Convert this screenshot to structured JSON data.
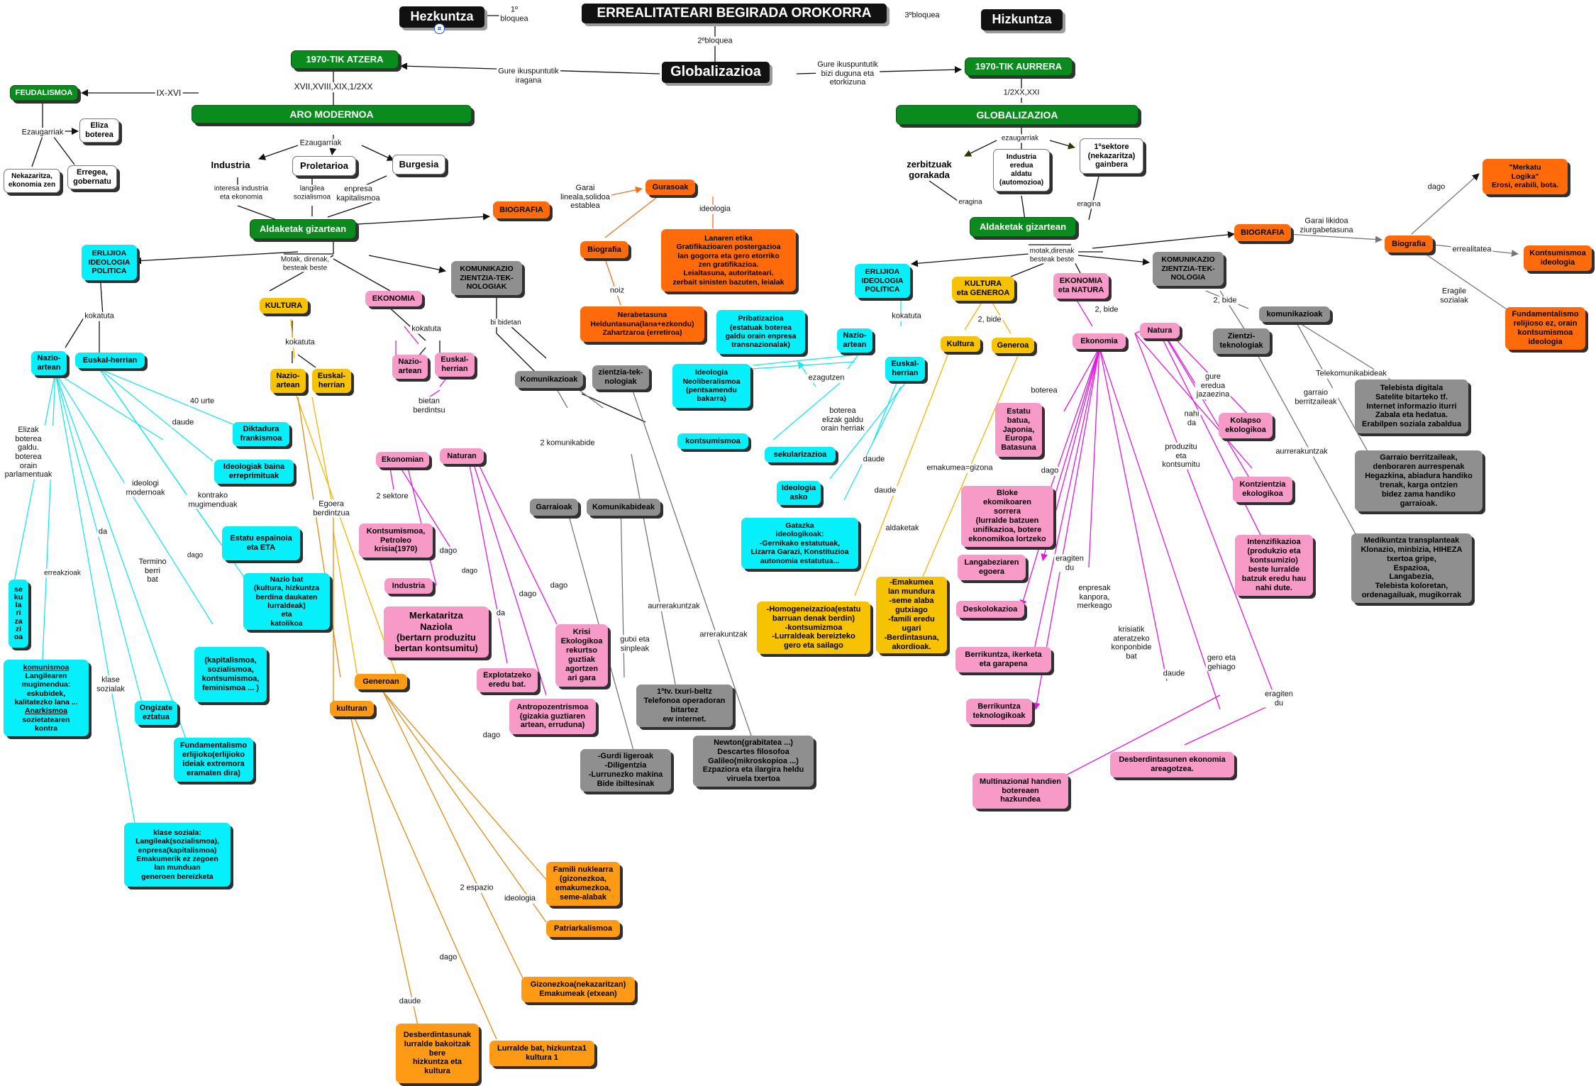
{
  "title": "ERREALITATEARI BEGIRADA OROKORRA",
  "colors": {
    "black": "#111111",
    "green": "#0b8a1e",
    "cyan": "#05f0fa",
    "pink": "#f79ac8",
    "yellow": "#f7c200",
    "orange": "#ff6b0a",
    "light_orange": "#ff9a14",
    "gray": "#8f8f8f"
  },
  "nodes": {
    "hezkuntza": "Hezkuntza",
    "title": "ERREALITATEARI BEGIRADA OROKORRA",
    "hizkuntza": "Hizkuntza",
    "globalizazioa": "Globalizazioa",
    "t1970_atzera": "1970-TIK ATZERA",
    "t1970_aurrera": "1970-TIK AURRERA",
    "feudalismoa": "FEUDALISMOA",
    "eliza": "Eliza\nboterea",
    "nekazaritza": "Nekazaritza,\nekonomia zen",
    "errege": "Erregea,\ngobernatu",
    "aro_modernoa": "ARO MODERNOA",
    "industria": "Industria",
    "proletarioa": "Proletarioa",
    "burgesia": "Burgesia",
    "aldaketak_l": "Aldaketak gizartean",
    "globalizazioa_big": "GLOBALIZAZIOA",
    "zerbitzuak": "zerbitzuak\ngorakada",
    "industria_eredua": "Industria\neredua\naldatu\n(automozioa)",
    "sektore1": "1ºsektore\n(nekazaritza)\ngainbera",
    "aldaketak_r": "Aldaketak gizartean",
    "biografia_l": "BIOGRAFIA",
    "gurasoak": "Gurasoak",
    "biografia_l2": "Biografia",
    "lanaren_etika": "Lanaren etika\nGratifikazioaren postergazioa\nlan gogorra eta gero etorriko\nzen gratifikazioa.\nLeialtasuna, autoritateari.\nzerbait sinisten bazuten, leialak",
    "nerabetasuna": "Nerabetasuna\nHelduntasuna(lana+ezkondu)\nZahartzaroa (erretiroa)",
    "biografia_r": "BIOGRAFIA",
    "biografia_r2": "Biografia",
    "merkatu_logika": "\"Merkatu\nLogika\"\nErosi, erabili, bota.",
    "kontsumismoa_ideologia": "Kontsumismoa\nideologia",
    "fundamentalismo_r": "Fundamentalismo\nrelijioso ez, orain\nkontsumismoa\nideologia",
    "erlijioa_l": "ERLIJIOA\nIDEOLOGIA\nPOLITICA",
    "nazio_artean_l": "Nazio-\nartean",
    "euskal_herrian_l": "Euskal-herrian",
    "diktadura": "Diktadura\nfrankismoa",
    "ideologiak_baina": "Ideologiak baina\nerreprimituak",
    "estatu_espainoia": "Estatu espainoia\neta  ETA",
    "nazio_bat": "Nazio bat\n(kultura, hizkuntza\nberdina daukaten\nlurraldeak)\neta\nkatolikoa",
    "sekularizazioa_vert": "se\nku\nla\nri\nza\nzi\noa",
    "komunismoa_head": "komunismoa",
    "komunismoa_body": "Langilearen\nmugimendua:\neskubidek,\nkalitatezko lana ...",
    "anarkismoa_head": "Anarkismoa",
    "anarkismoa_body": "sozietatearen\nkontra",
    "ongizate": "Ongizate\neztatua",
    "kapitalismoa_list": "(kapitalismoa,\nsozialismoa,\nkontsumismoa,\nfeminismoa ... )",
    "fundamentalismo_l": "Fundamentalismo\nerlijioko(erlijioko\nideiak extremora\neramaten dira)",
    "klase_soziala": "klase soziala:\nLangileak(sozialismoa),\nenpresa(kapitalismoa)\nEmakumerik ez zegoen\nlan munduan\ngeneroen bereizketa",
    "kultura_l": "KULTURA",
    "nazio_artean_k": "Nazio-\nartean",
    "euskal_herrian_k": "Euskal-\nherrian",
    "ekonomia_l": "EKONOMIA",
    "nazio_artean_e": "Nazio-\nartean",
    "euskal_herrian_e": "Euskal-\nherrian",
    "ekonomian": "Ekonomian",
    "naturan": "Naturan",
    "kontsumismoa_petroleo": "Kontsumismoa,\nPetroleo\nkrisia(1970)",
    "industria_p": "Industria",
    "merkataritza": "Merkataritza\nNaziola\n(bertarn produzitu\nbertan kontsumitu)",
    "explotatzeko": "Explotatzeko\neredu bat.",
    "antropozentrismoa": "Antropozentrismoa\n(gizakia guztiaren\nartean, erruduna)",
    "krisi_ekologikoa": "Krisi\nEkologikoa\nrekurtso\nguztiak\nagortzen\nari gara",
    "generoan": "Generoan",
    "kulturan": "kulturan",
    "famili_nuklearra": "Famili nuklearra\n(gizonezkoa,\nemakumezkoa,\nseme-alabak",
    "patriarkalismoa": "Patriarkalismoa",
    "gizonezkoa": "Gizonezkoa(nekazaritzan)\nEmakumeak (etxean)",
    "desberdintasunak": "Desberdintasunak\nlurralde bakoitzak\nbere\nhizkuntza eta\nkultura",
    "lurralde_bat": "Lurralde bat, hizkuntza1\nkultura 1",
    "komunikazio_l": "KOMUNIKAZIO\nZIENTZIA-TEK-\nNOLOGIAK",
    "komunikazioak_l": "Komunikazioak",
    "zientzia_tek_l": "zientzia-tek-\nnologiak",
    "garraioak": "Garraioak",
    "komunikabideak_l": "Komunikabideak",
    "gurdi": "-Gurdi ligeroak\n-Diligentzia\n-Lurrunezko makina\nBide ibiltesinak",
    "tv_txuri": "1ºtv. txuri-beltz\nTelefonoa operadoran\nbitartez\new internet.",
    "newton": "Newton(grabitatea ...)\nDescartes filosofoa\nGalileo(mikroskopioa ...)\nEzpaziora eta ilargira heldu\nviruela txertoa",
    "erlijioa_r": "ERLIJIOA\nIDEOLOGIA\nPOLITICA",
    "nazio_artean_r": "Nazio-\nartean",
    "euskal_herrian_r": "Euskal-\nherrian",
    "pribatizazioa": "Pribatizazioa\n(estatuak boterea\ngaldu orain enpresa\ntransnazionalak)",
    "ideologia_neoliberal": "Ideologia\nNeoliberalismoa\n(pentsamendu\nbakarra)",
    "kontsumismoa_r": "kontsumismoa",
    "sekularizazioa_r": "sekularizazioa",
    "ideologia_asko": "Ideologia\nasko",
    "gatazka": "Gatazka\nideologikoak:\n-Gernikako estatutuak,\nLizarra Garazi, Konstituzioa\nautonomia estatutua...",
    "kultura_generoa": "KULTURA\neta GENEROA",
    "kultura_r": "Kultura",
    "generoa_r": "Generoa",
    "homogeneizazioa": "-Homogeneizazioa(estatu\nbarruan denak berdin)\n-kontsumizmoa\n-Lurraldeak bereizteko\ngero eta sailago",
    "emakumea_lan": "-Emakumea\nlan mundura\n-seme alaba\ngutxiago\n-famili eredu\nugari\n-Berdintasuna,\nakordioak.",
    "ekonomia_natura": "EKONOMIA\neta NATURA",
    "ekonomia_r": "Ekonomia",
    "natura_r": "Natura",
    "estatu_batua": "Estatu\nbatua,\nJaponia,\nEuropa\nBatasuna",
    "bloke": "Bloke\nekomikoaren\nsorrera\n(lurralde batzuen\nunifikazioa, botere\nekonomikoa lortzeko",
    "langabeziaren": "Langabeziaren\negoera",
    "deskolokazioa": "Deskolokazioa",
    "berrikuntza_ikerketa": "Berrikuntza, ikerketa\neta garapena",
    "berrikuntza_tek": "Berrikuntza\nteknologikoak",
    "multinazional": "Multinazional handien\nbotereaen\nhazkundea",
    "desberdintasunen": "Desberdintasunen ekonomia\nareagotzea.",
    "kolapso": "Kolapso\nekologikoa",
    "kontzientzia": "Kontzientzia\nekologikoa",
    "intenzifikazioa": "Intenzifikazioa\n(produkzio eta\nkontsumizio)\nbeste lurralde\nbatzuk eredu hau\nnahi dute.",
    "komunikazio_r": "KOMUNIKAZIO\nZIENTZIA-TEK-\nNOLOGIA",
    "komunikazioak_r": "komunikazioak",
    "zientzi_tek_r": "Zientzi-\nteknologiak",
    "telebista": "Telebista digitala\nSatelite bitarteko tf.\nInternet informazio iturri\nZabala eta hedatua.\nErabilpen soziala zabaldua",
    "garraio_berri": "Garraio berritzaileak,\ndenboraren aurrespenak\nHegazkina, abiadura handiko\ntrenak, karga ontzien\nbidez zama handiko\ngarraioak.",
    "medikuntza": "Medikuntza transplanteak\nKlonazio, minbizia, HIHEZA\ntxertoa gripe,\nEspazioa,\nLangabezia,\nTelebista koloretan,\nordenagailuak, mugikorrak"
  },
  "labels": {
    "bloquea1": "1º\nbloquea",
    "bloquea3": "3ºbloquea",
    "bloquea2": "2ºbloquea",
    "ikuspuntutik_l": "Gure ikuspuntutik\niragana",
    "ikuspuntutik_r": "Gure ikuspuntutik\nbizi duguna eta\netorkizuna",
    "ix_xvi": "IX-XVI",
    "xvii": "XVII,XVIII,XIX,1/2XX",
    "xx": "1/2XX,XXI",
    "ezaugarriak_f": "Ezaugarriak",
    "ezaugarriak_a": "Ezaugarriak",
    "interesa": "interesa industria\neta ekonomia",
    "langilea": "langilea\nsozialismoa",
    "enpresa": "enpresa\nkapitalismoa",
    "ezaugarriak_g": "ezaugarriak",
    "eragina1": "eragina",
    "eragina2": "eragina",
    "garai_lineala": "Garai\nlineala,solidoa\nestablea",
    "ideologia_g": "ideologia",
    "noiz": "noiz",
    "garai_likidoa": "Garai likidoa\nziurgabetasuna",
    "dago_m": "dago",
    "errealitatea": "errealitatea",
    "eragile": "Eragile\nsozialak",
    "motak_l": "Motak, direnak,\nbesteak beste",
    "motak_r": "motak,direnak\nbesteak beste",
    "kokatuta1": "kokatuta",
    "kokatuta2": "kokatuta",
    "kokatuta3": "kokatuta",
    "kokatuta4": "kokatuta",
    "urte40": "40 urte",
    "daude1": "daude",
    "kontrako": "kontrako\nmugimenduak",
    "dago1": "dago",
    "ideologi_modernoak": "ideologi\nmodernoak",
    "elizak": "Elizak\nboterea\ngaldu.\nboterea\norain\nparlamentuak",
    "erreakzioak": "erreakzioak",
    "da1": "da",
    "termino": "Termino\nberri\nbat",
    "klase_sozialak": "klase\nsozialak",
    "bietan": "bietan\nberdintsu",
    "sektore2": "2 sektore",
    "dago2": "dago",
    "dago3": "dago",
    "da2": "da",
    "dago4": "dago",
    "dago5": "dago",
    "egoera": "Egoera\nberdintzua",
    "dago6": "dago",
    "espazio2": "2 espazio",
    "ideologia_p": "ideologia",
    "dago7": "dago",
    "daude2": "daude",
    "bi_bidetan": "bi bidetan",
    "komunikabide2": "2 komunikabide",
    "gutxi": "gutxi eta\nsinpleak",
    "aurrerakuntzak1": "aurrerakuntzak",
    "aurrerakuntzak2": "arrerakuntzak",
    "ezagutzen": "ezagutzen",
    "ezaugarriak_r": "ezaugarriak",
    "boterea_elizak": "boterea\nelizak galdu\norain herriak",
    "daude3": "daude",
    "daude4": "daude",
    "aldaketak_lbl": "aldaketak",
    "emakumea_gizona": "emakumea=gizona",
    "bide2_k": "2, bide",
    "bide2_e": "2, bide",
    "bide2_z": "2, bide",
    "boterea_e": "boterea",
    "dago8": "dago",
    "eragiten1": "eragiten\ndu",
    "enpresak": "enpresak\nkanpora,\nmerkeago",
    "krisiatik": "krisiatik\nateratzeko\nkonponbide\nbat",
    "daude5": "daude",
    "gero_eta": "gero eta\ngehiago",
    "eragiten2": "eragiten\ndu",
    "gure_eredua": "gure\neredua\njazaezina",
    "nahi_da": "nahi\nda",
    "produzitu": "produzitu\neta\nkontsumitu",
    "telekomunikabideak": "Telekomunikabideak",
    "garraio_lbl": "garraio\nberritzaileak",
    "aurrerakuntzak3": "aurrerakuntzak"
  }
}
